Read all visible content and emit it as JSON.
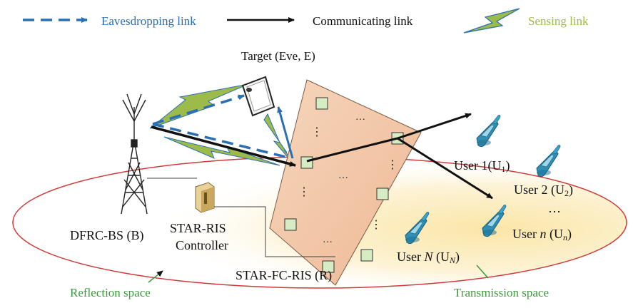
{
  "legend": {
    "eavesdropping": "Eavesdropping link",
    "communicating": "Communicating link",
    "sensing": "Sensing link"
  },
  "labels": {
    "target": "Target (Eve,  E)",
    "bs": "DFRC-BS (B)",
    "controller_line1": "STAR-RIS",
    "controller_line2": "Controller",
    "ris": "STAR-FC-RIS (R)",
    "reflection": "Reflection space",
    "transmission": "Transmission space",
    "ellipsis": "…",
    "vdots": "⋮"
  },
  "users": [
    {
      "main": "User 1(U",
      "sub": "1",
      "tail": ")"
    },
    {
      "main": "User 2 (U",
      "sub": "2",
      "tail": ")"
    },
    {
      "main": "User ",
      "italic": "n",
      "mid": "  (U",
      "sub": "n",
      "tail": ")"
    },
    {
      "main": "User ",
      "italic": "N",
      "mid": "  (U",
      "sub": "N",
      "tail": ")"
    }
  ],
  "colors": {
    "eavesdropping": "#2a6fb3",
    "sensing": "#9dbb4a",
    "space_label": "#3a9a3a",
    "ellipse": "#d23a3a",
    "ris_panel": "#f2c7a6",
    "element": "#d6ecc2",
    "phone": "#2f8fb5"
  }
}
